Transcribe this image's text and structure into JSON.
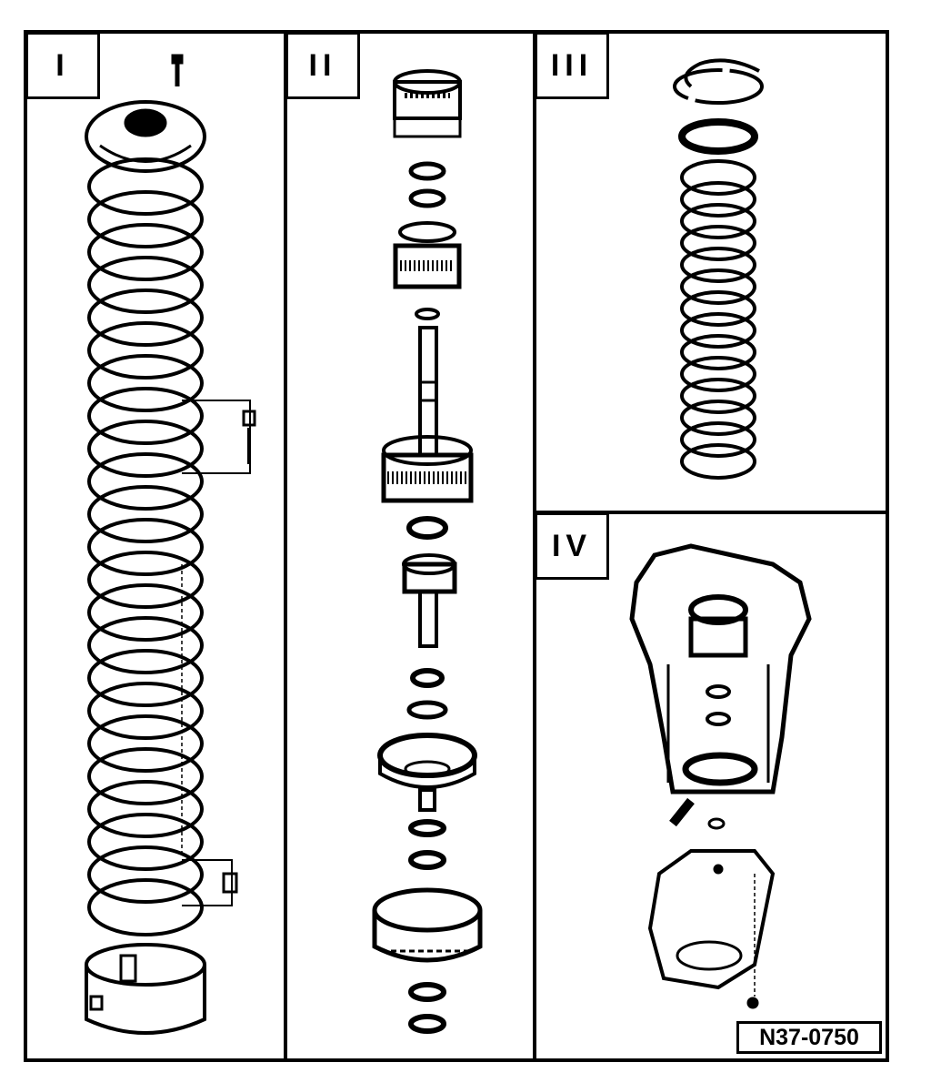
{
  "panels": [
    {
      "id": "I",
      "label": "I"
    },
    {
      "id": "II",
      "label": "II"
    },
    {
      "id": "III",
      "label": "III"
    },
    {
      "id": "IV",
      "label": "IV"
    }
  ],
  "reference_code": "N37-0750",
  "colors": {
    "line": "#000000",
    "background": "#ffffff"
  }
}
